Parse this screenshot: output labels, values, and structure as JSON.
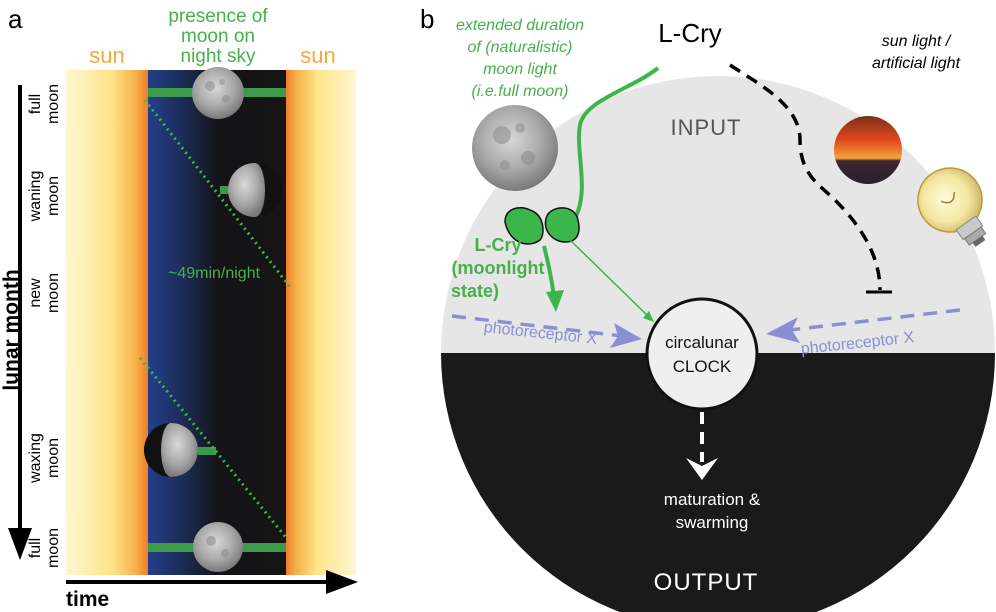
{
  "panel_a": {
    "label": "a",
    "moon_presence_line1": "presence of",
    "moon_presence_line2": "moon on",
    "moon_presence_line3": "night sky",
    "sun_left": "sun",
    "sun_right": "sun",
    "phases": [
      {
        "line1": "full",
        "line2": "moon"
      },
      {
        "line1": "waning",
        "line2": "moon"
      },
      {
        "line1": "new",
        "line2": "moon"
      },
      {
        "line1": "waxing",
        "line2": "moon"
      },
      {
        "line1": "full",
        "line2": "moon"
      }
    ],
    "shift_label": "~49min/night",
    "y_axis_label": "lunar month",
    "x_axis_label": "time"
  },
  "panel_b": {
    "label": "b",
    "lcry_top": "L-Cry",
    "moonlight_line1": "extended duration",
    "moonlight_line2": "of (naturalistic)",
    "moonlight_line3": "moon light",
    "moonlight_line4": "(i.e.full moon)",
    "sunlight_line1": "sun light /",
    "sunlight_line2": "artificial light",
    "input_label": "INPUT",
    "output_label": "OUTPUT",
    "lcry_state_line1": "L-Cry",
    "lcry_state_line2": "(moonlight",
    "lcry_state_line3": "state)",
    "photoreceptor_left": "photoreceptor X",
    "photoreceptor_right": "photoreceptor X",
    "clock_line1": "circalunar",
    "clock_line2": "CLOCK",
    "outcome_line1": "maturation &",
    "outcome_line2": "swarming"
  },
  "colors": {
    "green": "#3cb54a",
    "green_text": "#47b04b",
    "sun_text": "#f2a93b",
    "photoreceptor": "#8a8fd4",
    "input_bg": "#e6e6e6",
    "output_bg": "#1a1a1a"
  }
}
